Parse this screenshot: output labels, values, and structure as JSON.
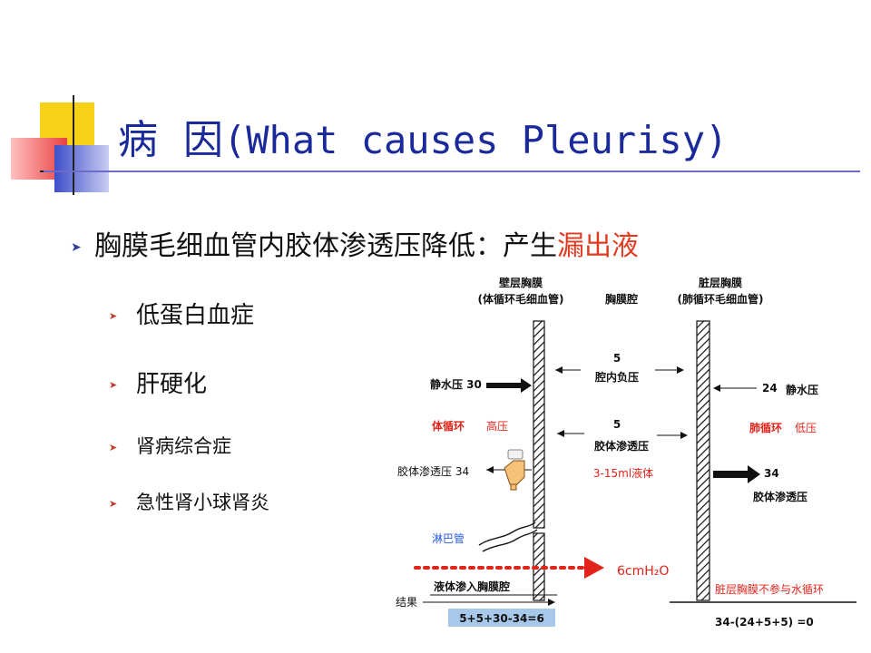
{
  "title": {
    "cn": "病  因",
    "en": "(What causes Pleurisy)"
  },
  "bullet": {
    "text": "胸膜毛细血管内胶体渗透压降低：产生",
    "highlight": "漏出液"
  },
  "sub_items": [
    "低蛋白血症",
    "肝硬化",
    "肾病综合症",
    "急性肾小球肾炎"
  ],
  "colors": {
    "title": "#1a2a9a",
    "highlight": "#e23a1f",
    "accent_yellow": "#f7d117",
    "accent_blue": "#3f4fc9",
    "accent_red": "#e94040"
  },
  "diagram": {
    "parietal_title": "壁层胸膜",
    "parietal_sub": "(体循环毛细血管)",
    "cavity_title": "胸膜腔",
    "visceral_title": "脏层胸膜",
    "visceral_sub": "(肺循环毛细血管)",
    "left_hydro": "静水压 30",
    "left_circ": "体循环",
    "left_circ_note": "高压",
    "left_colloid": "胶体渗透压 34",
    "lymph": "淋巴管",
    "fluid_in": "液体渗入胸膜腔",
    "result": "结果",
    "result_eq": "5+5+30-34=6",
    "mid_val1": "5",
    "mid_label1": "腔内负压",
    "mid_val2": "5",
    "mid_label2": "胶体渗透压",
    "mid_fluid": "3-15ml液体",
    "right_hydro_val": "24",
    "right_hydro_label": "静水压",
    "right_circ": "肺循环",
    "right_circ_note": "低压",
    "right_colloid_val": "34",
    "right_colloid_label": "胶体渗透压",
    "pressure": "6cmH₂O",
    "visceral_note": "脏层胸膜不参与水循环",
    "right_eq": "34-(24+5+5) =0"
  }
}
